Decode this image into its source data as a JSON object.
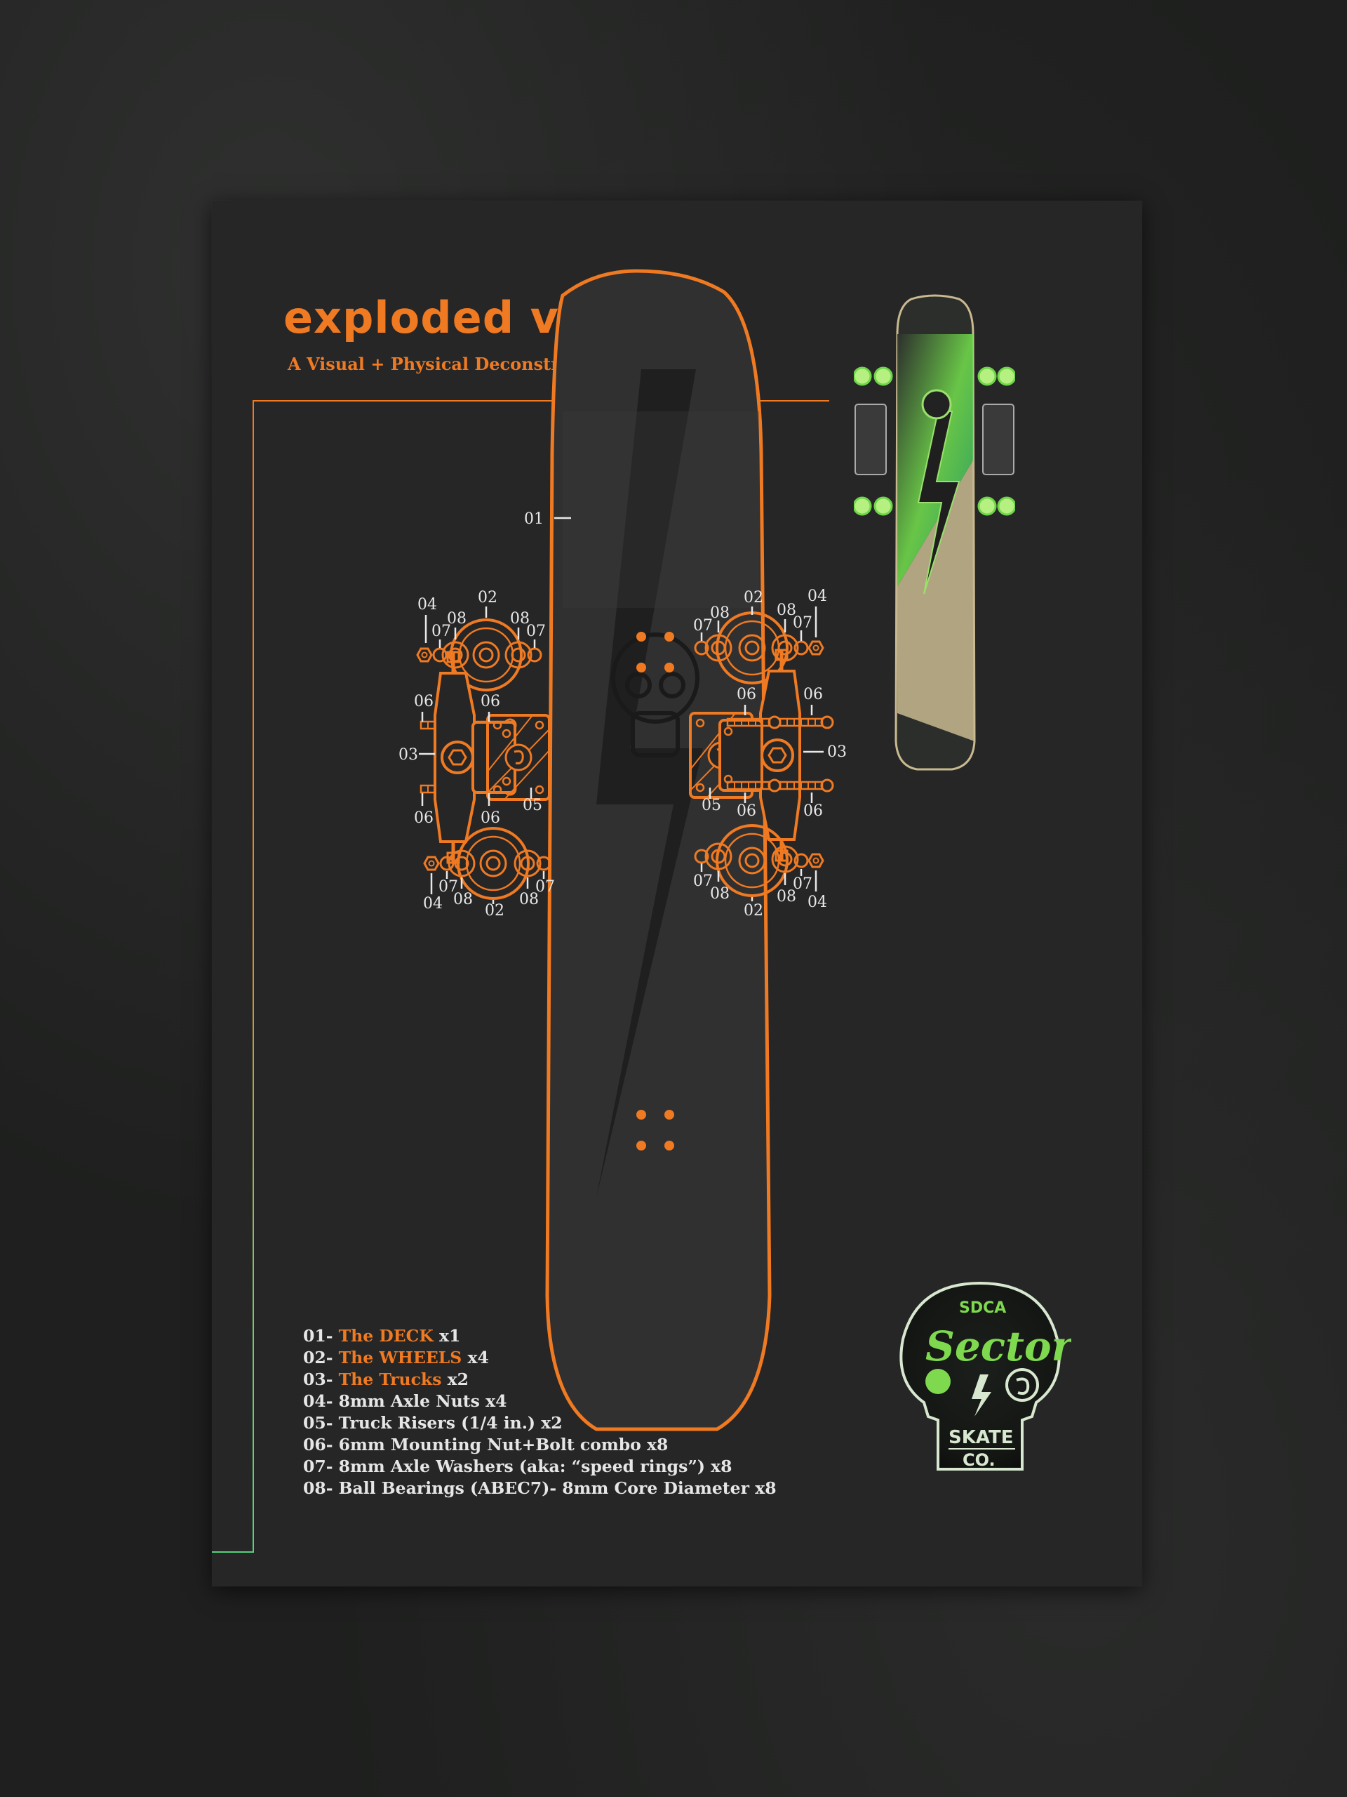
{
  "poster": {
    "title": "exploded view",
    "subtitle": "A Visual + Physical Deconstruction"
  },
  "callouts": {
    "deck": "01",
    "wheel": "02",
    "truck": "03",
    "axle_nut": "04",
    "riser": "05",
    "nut_bolt": "06",
    "washer": "07",
    "bearing": "08"
  },
  "legend": [
    {
      "num": "01-",
      "name": "The DECK",
      "qty": "x1",
      "highlight": true
    },
    {
      "num": "02-",
      "name": "The WHEELS",
      "qty": "x4",
      "highlight": true
    },
    {
      "num": "03-",
      "name": "The Trucks",
      "qty": "x2",
      "highlight": true
    },
    {
      "num": "04-",
      "name": "8mm Axle Nuts",
      "qty": "x4",
      "highlight": false
    },
    {
      "num": "05-",
      "name": "Truck Risers (1/4 in.)",
      "qty": "x2",
      "highlight": false
    },
    {
      "num": "06-",
      "name": "6mm Mounting Nut+Bolt combo",
      "qty": "x8",
      "highlight": false
    },
    {
      "num": "07-",
      "name": "8mm Axle Washers (aka: “speed rings”)",
      "qty": "x8",
      "highlight": false
    },
    {
      "num": "08-",
      "name": "Ball Bearings (ABEC7)- 8mm Core Diameter",
      "qty": "x8",
      "highlight": false
    }
  ],
  "logo": {
    "top": "SDCA",
    "word": "Sector",
    "line1": "SKATE",
    "line2": "CO."
  },
  "colors": {
    "accent": "#f07a22",
    "green": "#6fd64a",
    "paper": "#262627",
    "background": "#1e1f1e"
  },
  "icons": [
    "skull-icon",
    "lightning-icon",
    "wheel-icon",
    "truck-icon",
    "riser-icon",
    "bolt-icon",
    "axle-nut-icon",
    "washer-icon",
    "bearing-icon"
  ]
}
